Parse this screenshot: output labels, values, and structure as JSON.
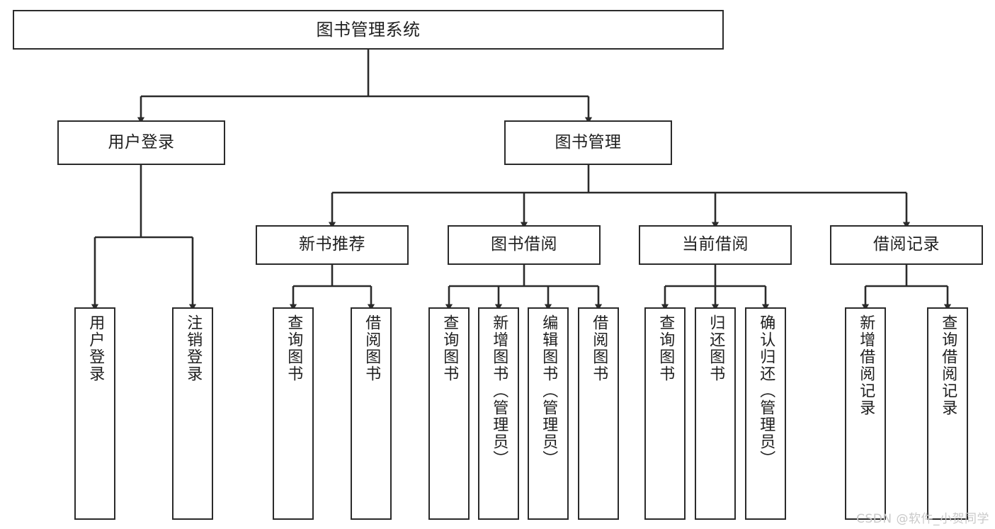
{
  "diagram": {
    "title": "图书管理系统",
    "type": "tree-hierarchy",
    "root": {
      "id": "root",
      "label": "图书管理系统"
    },
    "level2": [
      {
        "id": "user-login",
        "label": "用户登录"
      },
      {
        "id": "book-manage",
        "label": "图书管理"
      }
    ],
    "level3": [
      {
        "id": "new-book-rec",
        "label": "新书推荐",
        "parent": "book-manage"
      },
      {
        "id": "book-borrow",
        "label": "图书借阅",
        "parent": "book-manage"
      },
      {
        "id": "current-borrow",
        "label": "当前借阅",
        "parent": "book-manage"
      },
      {
        "id": "borrow-record",
        "label": "借阅记录",
        "parent": "book-manage"
      }
    ],
    "leaves": {
      "user-login": [
        {
          "id": "leaf-user-login",
          "label": "用户登录"
        },
        {
          "id": "leaf-user-logout",
          "label": "注销登录"
        }
      ],
      "new-book-rec": [
        {
          "id": "leaf-query-book-1",
          "label": "查询图书"
        },
        {
          "id": "leaf-borrow-book-1",
          "label": "借阅图书"
        }
      ],
      "book-borrow": [
        {
          "id": "leaf-query-book-2",
          "label": "查询图书"
        },
        {
          "id": "leaf-add-book",
          "label": "新增图书（管理员）"
        },
        {
          "id": "leaf-edit-book",
          "label": "编辑图书（管理员）"
        },
        {
          "id": "leaf-borrow-book-2",
          "label": "借阅图书"
        }
      ],
      "current-borrow": [
        {
          "id": "leaf-query-book-3",
          "label": "查询图书"
        },
        {
          "id": "leaf-return-book",
          "label": "归还图书"
        },
        {
          "id": "leaf-confirm-return",
          "label": "确认归还（管理员）"
        }
      ],
      "borrow-record": [
        {
          "id": "leaf-add-record",
          "label": "新增借阅记录"
        },
        {
          "id": "leaf-query-record",
          "label": "查询借阅记录"
        }
      ]
    }
  },
  "watermark": {
    "text": "CSDN @软件_小贺同学"
  },
  "colors": {
    "stroke": "#2b2b2b",
    "fill": "#ffffff",
    "text": "#1f1f1f",
    "watermark": "#c9c9c9"
  }
}
